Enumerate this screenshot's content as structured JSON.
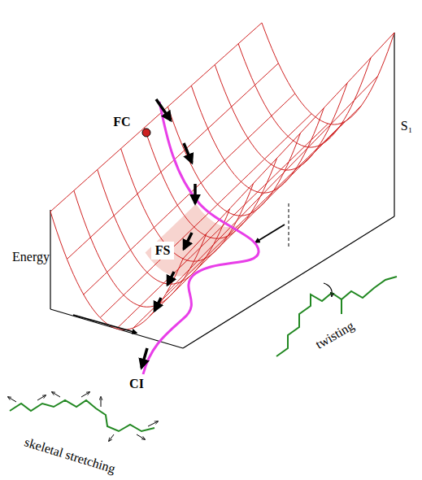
{
  "diagram": {
    "nodes": [
      {
        "text": [
          "FS"
        ]
      }
    ],
    "labels": [
      "FC",
      "S₁",
      "Energy",
      "CI",
      "twisting",
      "skeletal stretching"
    ]
  }
}
